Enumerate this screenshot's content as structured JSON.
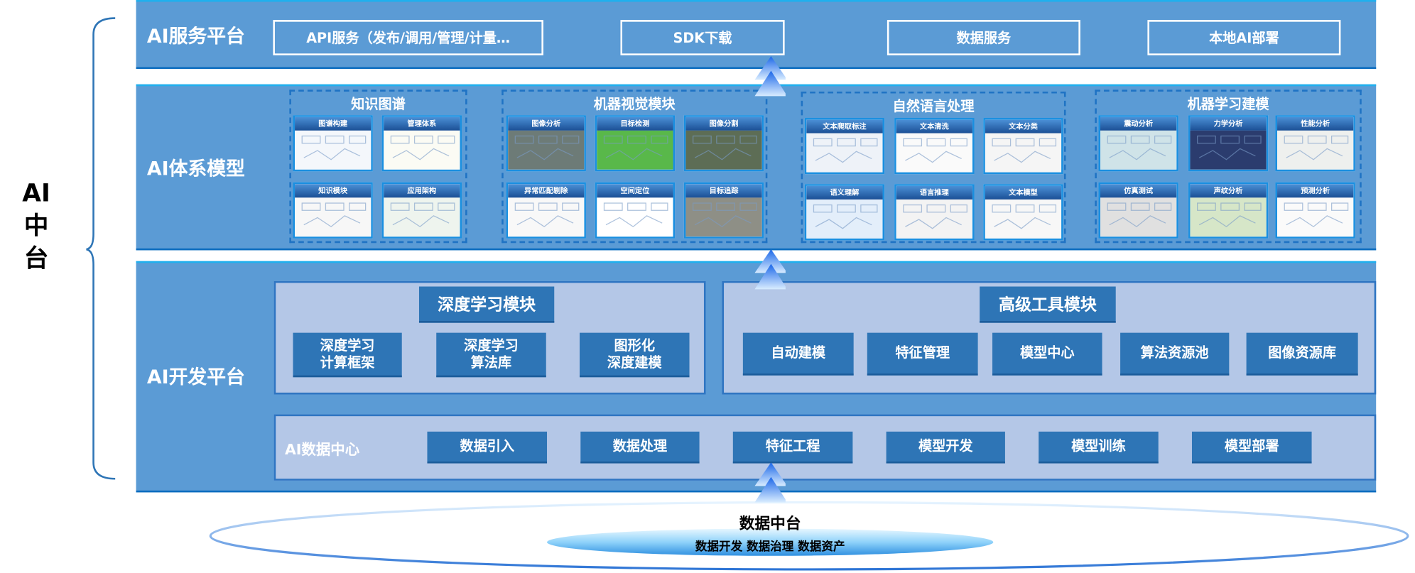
{
  "side_label": {
    "line1": "AI",
    "line2": "中",
    "line3": "台"
  },
  "service_platform": {
    "title": "AI服务平台",
    "items": [
      "API服务（发布/调用/管理/计量…",
      "SDK下载",
      "数据服务",
      "本地AI部署"
    ]
  },
  "model_system": {
    "title": "AI体系模型",
    "groups": [
      {
        "title": "知识图谱",
        "cards": [
          "图谱构建",
          "管理体系",
          "知识模块",
          "应用架构"
        ]
      },
      {
        "title": "机器视觉模块",
        "cards": [
          "图像分析",
          "目标检测",
          "图像分割",
          "异常匹配剔除",
          "空间定位",
          "目标追踪"
        ]
      },
      {
        "title": "自然语言处理",
        "cards": [
          "文本爬取标注",
          "文本清洗",
          "文本分类",
          "语义理解",
          "语言推理",
          "文本模型"
        ]
      },
      {
        "title": "机器学习建模",
        "cards": [
          "震动分析",
          "力学分析",
          "性能分析",
          "仿真测试",
          "声纹分析",
          "预测分析"
        ]
      }
    ]
  },
  "dev_platform": {
    "title": "AI开发平台",
    "deep_learning": {
      "title": "深度学习模块",
      "items": [
        "深度学习\n计算框架",
        "深度学习\n算法库",
        "图形化\n深度建模"
      ]
    },
    "advanced_tools": {
      "title": "高级工具模块",
      "items": [
        "自动建模",
        "特征管理",
        "模型中心",
        "算法资源池",
        "图像资源库"
      ]
    },
    "data_center": {
      "title": "AI数据中心",
      "items": [
        "数据引入",
        "数据处理",
        "特征工程",
        "模型开发",
        "模型训练",
        "模型部署"
      ]
    }
  },
  "data_middle": {
    "title": "数据中台",
    "subtitle": "数据开发 数据治理 数据资产"
  },
  "colors": {
    "band": "#5b9bd5",
    "button": "#2e75b6",
    "panel": "#b4c7e7"
  }
}
